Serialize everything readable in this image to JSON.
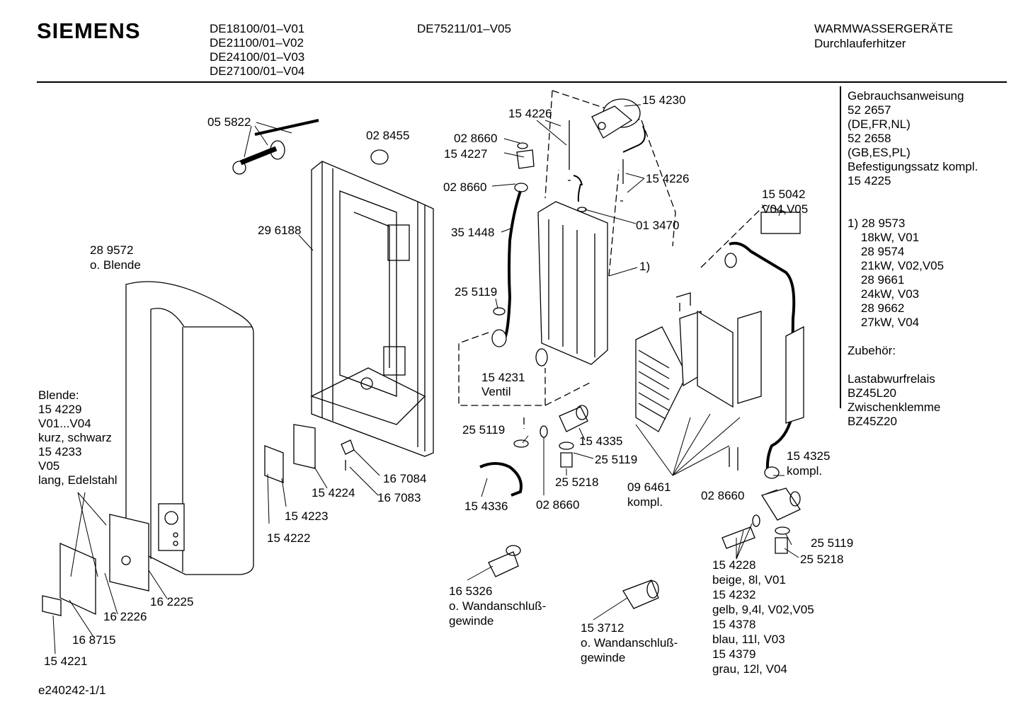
{
  "header": {
    "brand": "SIEMENS",
    "models": [
      "DE18100/01–V01",
      "DE21100/01–V02",
      "DE24100/01–V03",
      "DE27100/01–V04"
    ],
    "model2": "DE75211/01–V05",
    "category": "WARMWASSERGERÄTE",
    "subcategory": "Durchlauferhitzer"
  },
  "sidebar": {
    "lines": [
      "Gebrauchsanweisung",
      "52 2657",
      "(DE,FR,NL)",
      "52 2658",
      "(GB,ES,PL)",
      "Befestigungssatz kompl.",
      "15 4225",
      "",
      "",
      "1) 28 9573",
      "    18kW, V01",
      "    28 9574",
      "    21kW, V02,V05",
      "    28 9661",
      "    24kW, V03",
      "    28 9662",
      "    27kW, V04",
      "",
      "Zubehör:",
      "",
      "Lastabwurfrelais",
      "BZ45L20",
      "Zwischenklemme",
      "BZ45Z20"
    ]
  },
  "blende": {
    "lines": [
      "Blende:",
      "15 4229",
      "V01...V04",
      "kurz, schwarz",
      "15 4233",
      "V05",
      "lang, Edelstahl"
    ]
  },
  "labels": {
    "p055822": "05 5822",
    "p028455": "02 8455",
    "p296188": "29 6188",
    "p289572": "28 9572",
    "p289572b": "o. Blende",
    "p154230": "15 4230",
    "p154226a": "15 4226",
    "p028660a": "02 8660",
    "p154227": "15 4227",
    "p028660b": "02 8660",
    "p154226b": "15 4226",
    "p155042": "15 5042",
    "p155042b": "V04,V05",
    "p351448": "35 1448",
    "p013470": "01 3470",
    "p1": "1)",
    "p255119a": "25 5119",
    "p154231": "15 4231",
    "p154231b": "Ventil",
    "p255119b": "25 5119",
    "p154335": "15 4335",
    "p255119c": "25 5119",
    "p255218a": "25 5218",
    "p154336": "15 4336",
    "p028660c": "02 8660",
    "p096461": "09 6461",
    "p096461b": "kompl.",
    "p154325": "15 4325",
    "p154325b": "kompl.",
    "p028660d": "02 8660",
    "p255119d": "25 5119",
    "p255218b": "25 5218",
    "p167084": "16 7084",
    "p167083": "16 7083",
    "p154224": "15 4224",
    "p154223": "15 4223",
    "p154222": "15 4222",
    "p162225": "16 2225",
    "p162226": "16 2226",
    "p168715": "16 8715",
    "p154221": "15 4221",
    "p165326": "16 5326",
    "p165326b": "o. Wandanschluß-",
    "p165326c": "gewinde",
    "p153712": "15 3712",
    "p153712b": "o. Wandanschluß-",
    "p153712c": "gewinde",
    "p154228": "15 4228",
    "p154228b": "beige, 8l, V01",
    "p154232": "15 4232",
    "p154232b": "gelb, 9,4l, V02,V05",
    "p154378": "15 4378",
    "p154378b": "blau, 11l, V03",
    "p154379": "15 4379",
    "p154379b": "grau, 12l, V04"
  },
  "footer": {
    "code": "e240242-1/1"
  }
}
